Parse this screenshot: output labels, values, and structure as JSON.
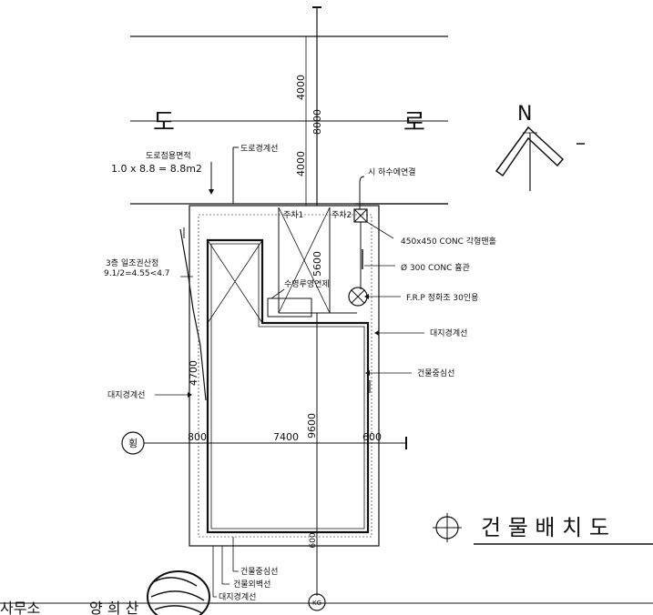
{
  "road": {
    "label_left": "도",
    "label_right": "로",
    "boundary_label": "도로경계선",
    "area_label": "도로점용면적",
    "area_formula": "1.0 x 8.8 = 8.8m2"
  },
  "dimensions": {
    "top_v1": "4000",
    "top_v2": "8000",
    "top_v3": "4000",
    "inner_v": "5600",
    "left_v": "4700",
    "center_v": "9600",
    "bottom_v": "600",
    "h_left": "800",
    "h_center": "7400",
    "h_right": "600"
  },
  "annotations": {
    "sewer_connection": "시 하수에연결",
    "parking_1": "주차1",
    "parking_2": "주차2",
    "catch_basin": "450x450 CONC 각형맨홀",
    "pipe": "Ø 300 CONC 흄관",
    "water_tank": "수영루영연제",
    "septic": "F.R.P 정화조 30인용",
    "site_boundary_right": "대지경계선",
    "building_center_right": "건물중심선",
    "height_note_1": "3층 일조권산정",
    "height_note_2": "9.1/2=4.55<4.7",
    "site_boundary_left": "대지경계선",
    "section_marker": "횡",
    "bottom_center_line": "건물중심선",
    "bottom_outer_wall": "건물외벽선",
    "bottom_site_boundary": "대지경계선",
    "bottom_marker": "KG"
  },
  "north": {
    "label": "N"
  },
  "title": {
    "text": "건 물 배 치 도"
  },
  "footer": {
    "office": "사무소",
    "name": "양 희 찬"
  }
}
